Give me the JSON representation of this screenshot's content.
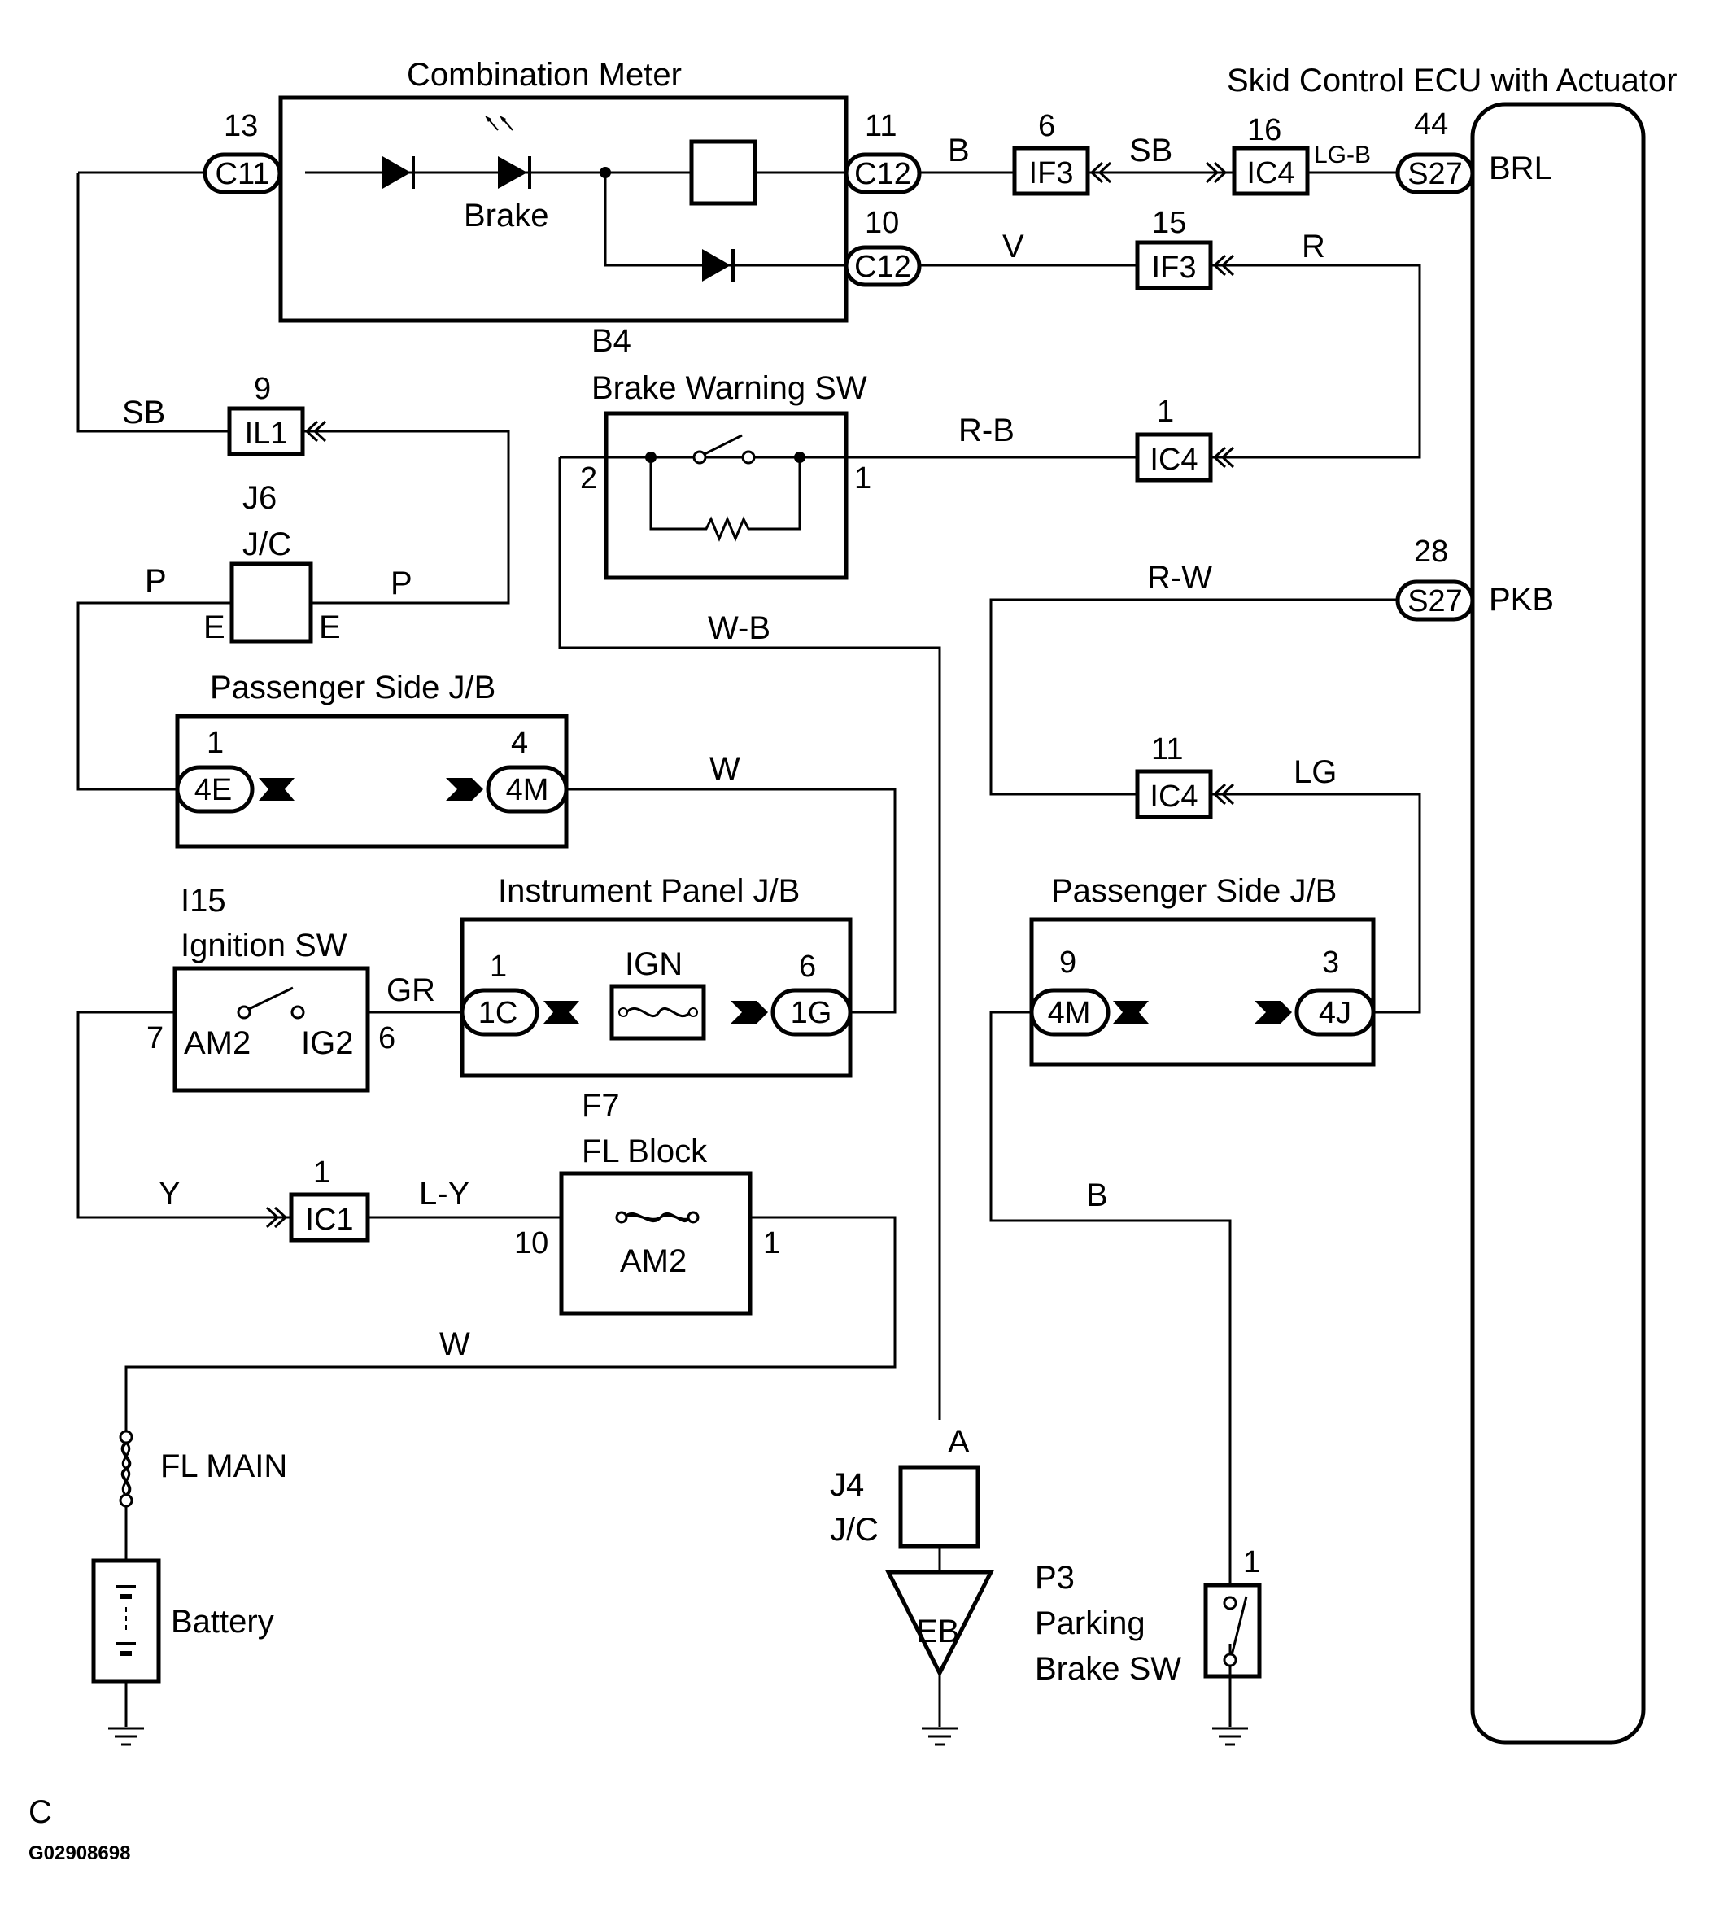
{
  "components": {
    "combination_meter": {
      "title": "Combination Meter",
      "lamp": "Brake"
    },
    "skid_ecu": {
      "title": "Skid Control ECU with Actuator",
      "brl": "BRL",
      "pkb": "PKB"
    },
    "brake_warning_sw": {
      "code": "B4",
      "title": "Brake Warning SW",
      "pin_left": "2",
      "pin_right": "1"
    },
    "jc_j6": {
      "code": "J6",
      "type": "J/C",
      "pin_left": "E",
      "pin_right": "E"
    },
    "passenger_jb_left": {
      "title": "Passenger Side J/B",
      "pin_a": "1",
      "conn_a": "4E",
      "pin_b": "4",
      "conn_b": "4M"
    },
    "instrument_jb": {
      "title": "Instrument Panel J/B",
      "pin_a": "1",
      "conn_a": "1C",
      "fuse": "IGN",
      "pin_b": "6",
      "conn_b": "1G"
    },
    "ignition_sw": {
      "code": "I15",
      "title": "Ignition SW",
      "term_a": "AM2",
      "term_b": "IG2",
      "pin_a": "7",
      "pin_b": "6"
    },
    "fl_block": {
      "code": "F7",
      "title": "FL Block",
      "fuse": "AM2",
      "pin_in": "10",
      "pin_out": "1"
    },
    "fl_main": "FL MAIN",
    "battery": "Battery",
    "jc_j4": {
      "code": "J4",
      "type": "J/C",
      "pin": "A"
    },
    "ground_eb": "EB",
    "parking_brake_sw": {
      "code": "P3",
      "line1": "Parking",
      "line2": "Brake SW",
      "pin": "1"
    },
    "passenger_jb_right": {
      "title": "Passenger Side J/B",
      "pin_a": "9",
      "conn_a": "4M",
      "pin_b": "3",
      "conn_b": "4J"
    }
  },
  "connectors": {
    "c11": {
      "pin": "13",
      "code": "C11"
    },
    "c12_top": {
      "pin": "11",
      "code": "C12"
    },
    "c12_bottom": {
      "pin": "10",
      "code": "C12"
    },
    "if3_top": {
      "pin": "6",
      "code": "IF3"
    },
    "if3_bottom": {
      "pin": "15",
      "code": "IF3"
    },
    "ic4_top": {
      "pin": "16",
      "code": "IC4"
    },
    "s27_brl": {
      "pin": "44",
      "code": "S27"
    },
    "s27_pkb": {
      "pin": "28",
      "code": "S27"
    },
    "il1": {
      "pin": "9",
      "code": "IL1"
    },
    "ic4_rb": {
      "pin": "1",
      "code": "IC4"
    },
    "ic4_lg": {
      "pin": "11",
      "code": "IC4"
    },
    "ic1": {
      "pin": "1",
      "code": "IC1"
    }
  },
  "wires": {
    "b": "B",
    "sb_top": "SB",
    "lgb": "LG-B",
    "v": "V",
    "r": "R",
    "sb_left": "SB",
    "rb": "R-B",
    "p_left": "P",
    "p_right": "P",
    "wb": "W-B",
    "rw": "R-W",
    "w_jb": "W",
    "lg": "LG",
    "gr": "GR",
    "y": "Y",
    "ly": "L-Y",
    "w_bottom": "W",
    "b_bottom": "B"
  },
  "footer": {
    "corner": "C",
    "code": "G02908698"
  }
}
